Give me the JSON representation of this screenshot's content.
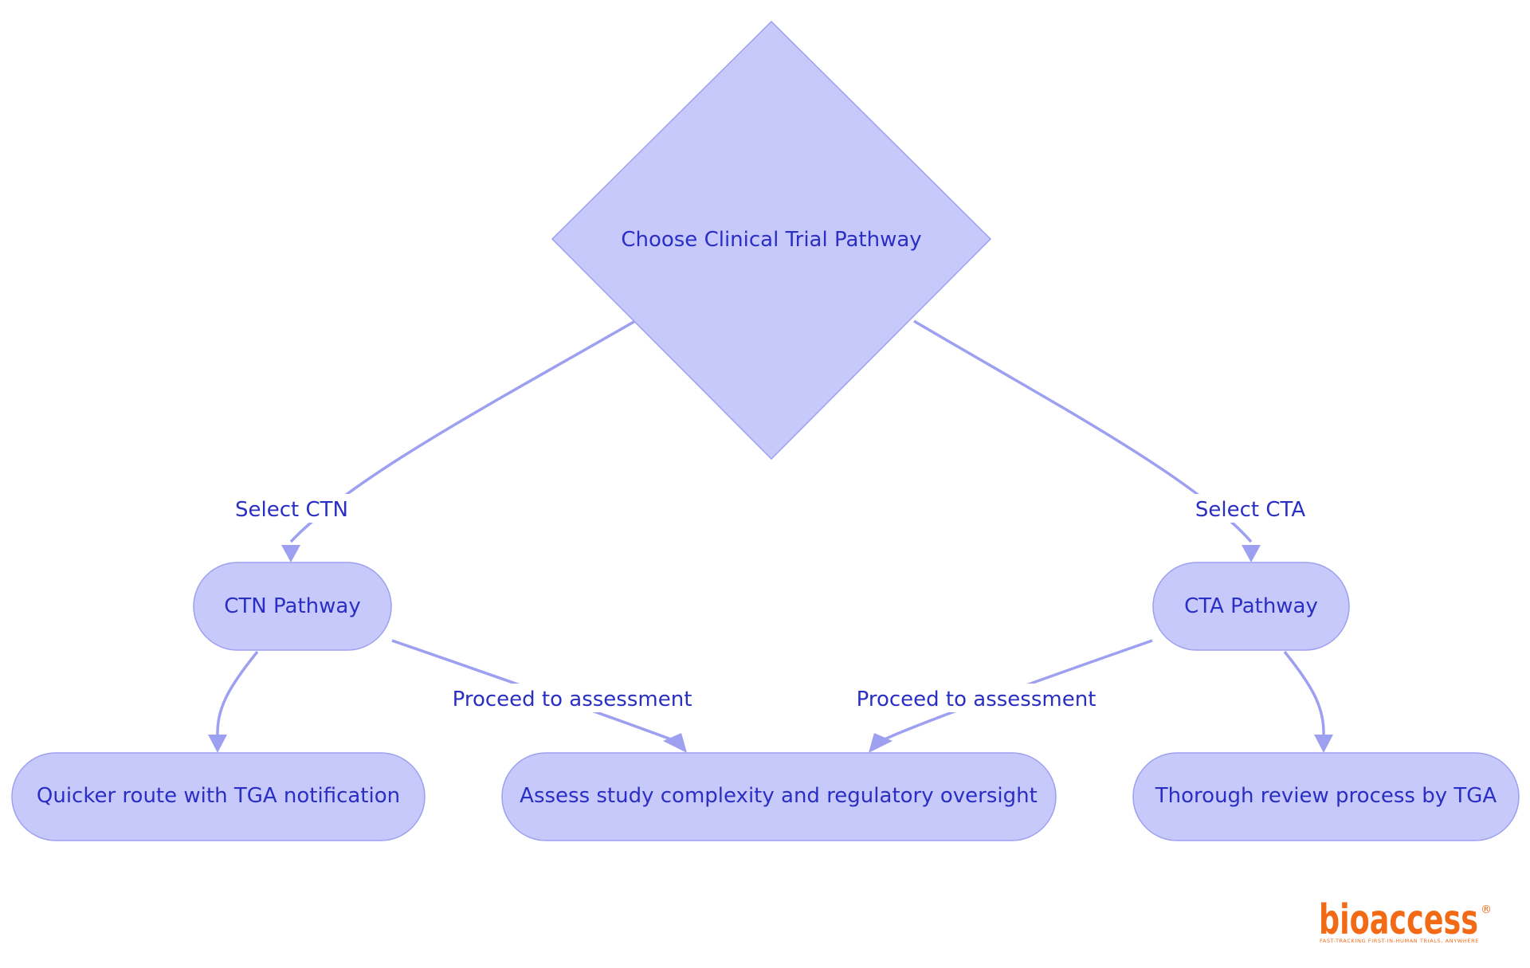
{
  "diagram": {
    "decision": {
      "label": "Choose Clinical Trial Pathway"
    },
    "nodes": {
      "ctn": {
        "label": "CTN Pathway"
      },
      "cta": {
        "label": "CTA Pathway"
      },
      "quicker": {
        "label": "Quicker route with TGA notification"
      },
      "assess": {
        "label": "Assess study complexity and regulatory oversight"
      },
      "thorough": {
        "label": "Thorough review process by TGA"
      }
    },
    "edges": {
      "select_ctn": {
        "label": "Select CTN"
      },
      "select_cta": {
        "label": "Select CTA"
      },
      "ctn_to_assess": {
        "label": "Proceed to assessment"
      },
      "cta_to_assess": {
        "label": "Proceed to assessment"
      }
    },
    "colors": {
      "node_fill": "#c8c9fb",
      "node_stroke": "#9da0f1",
      "text": "#2a2fc4",
      "edge": "#9da0f1",
      "logo": "#f26a16"
    }
  },
  "logo": {
    "name": "bioaccess",
    "registered_mark": "®",
    "tagline": "FAST-TRACKING FIRST-IN-HUMAN TRIALS, ANYWHERE"
  }
}
